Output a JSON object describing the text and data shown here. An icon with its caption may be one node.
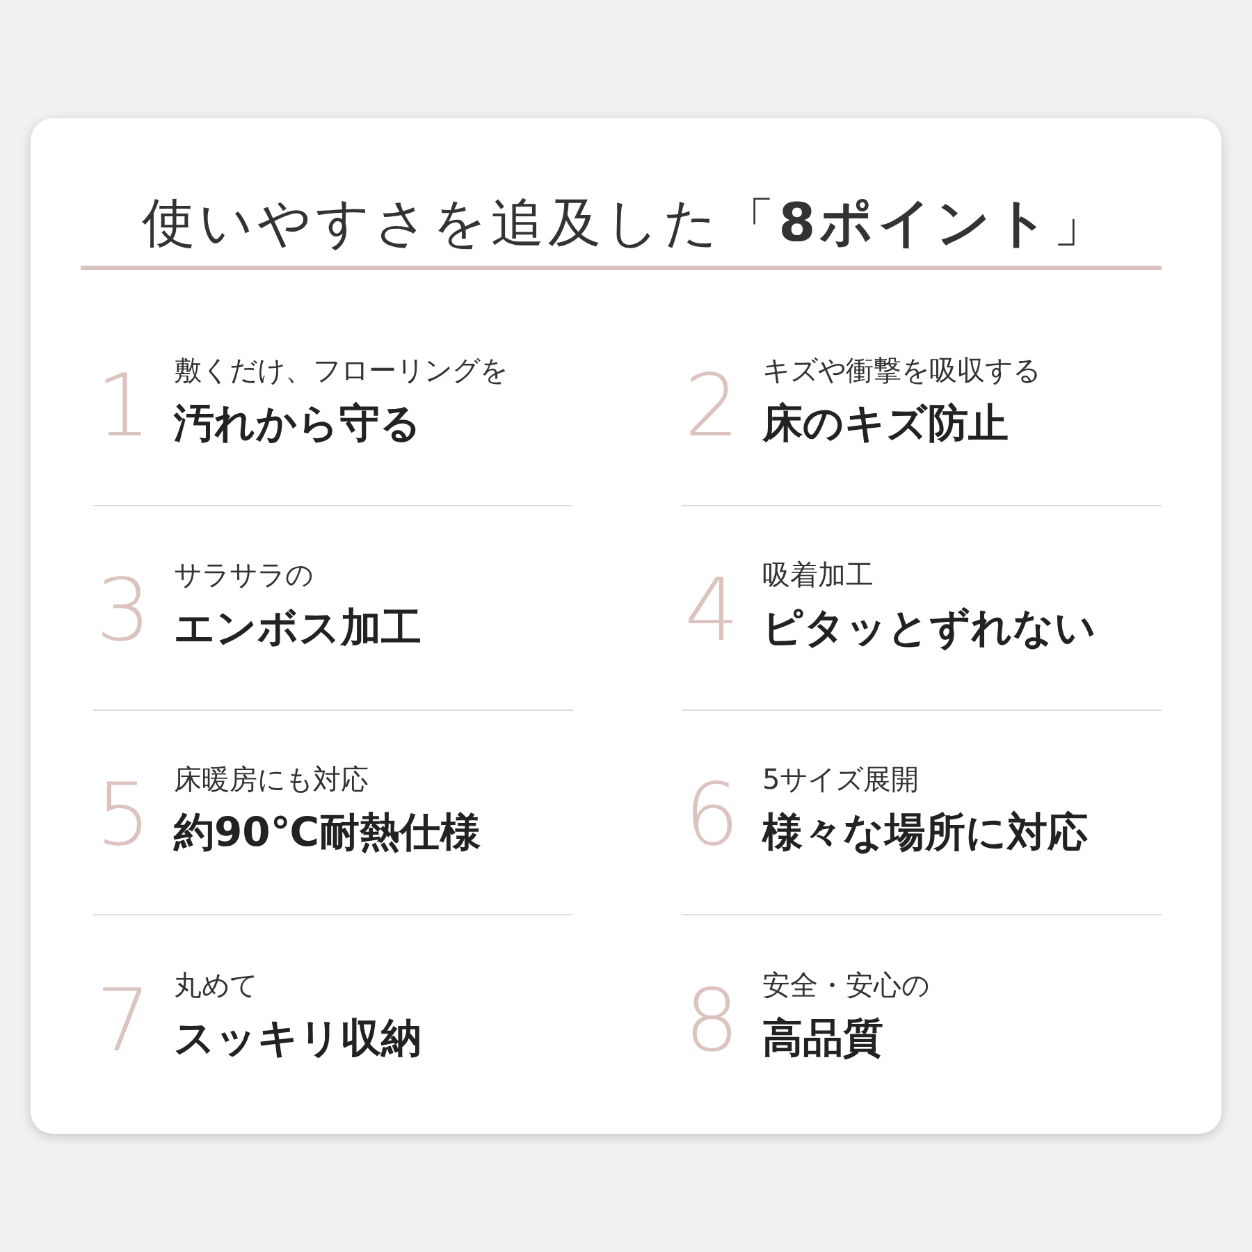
{
  "diagram": {
    "title": "使いやすさを追及した「**8ポイント**」",
    "labels": [
      "1",
      "敷くだけ、フローリングを",
      "汚れから守る",
      "2",
      "キズや衝撃を吸収する",
      "床のキズ防止",
      "3",
      "サラサラの",
      "エンボス加工",
      "4",
      "吸着加工",
      "ピタッとずれない",
      "5",
      "床暖房にも対応",
      "約90℃耐熱仕様",
      "6",
      "5サイズ展開",
      "様々な場所に対応",
      "7",
      "丸めて",
      "スッキリ収納",
      "8",
      "安全・安心の",
      "高品質"
    ]
  }
}
